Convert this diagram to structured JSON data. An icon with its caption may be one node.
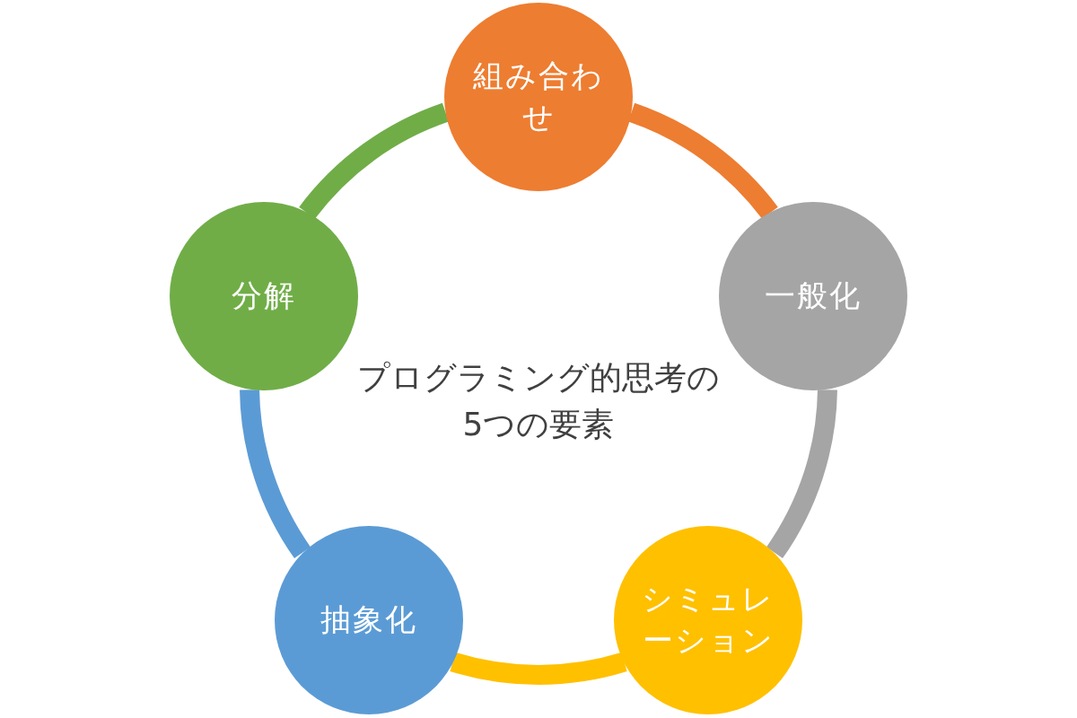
{
  "diagram": {
    "nodes": [
      {
        "text": [
          "組み合わせ"
        ]
      },
      {
        "text": [
          "一般化"
        ]
      },
      {
        "text": [
          "シミュレーション"
        ]
      },
      {
        "text": [
          "抽象化"
        ]
      },
      {
        "text": [
          "分解"
        ]
      }
    ],
    "edges": [
      {
        "from": 0,
        "to": 1,
        "arrow": "none",
        "color": "#ed7d31"
      },
      {
        "from": 1,
        "to": 2,
        "arrow": "none",
        "color": "#a5a5a5"
      },
      {
        "from": 2,
        "to": 3,
        "arrow": "none",
        "color": "#ffc000"
      },
      {
        "from": 3,
        "to": 4,
        "arrow": "none",
        "color": "#5b9bd5"
      },
      {
        "from": 4,
        "to": 0,
        "arrow": "none",
        "color": "#70ad47"
      }
    ],
    "labels": [
      "プログラミング的思考の5つの要素"
    ]
  }
}
